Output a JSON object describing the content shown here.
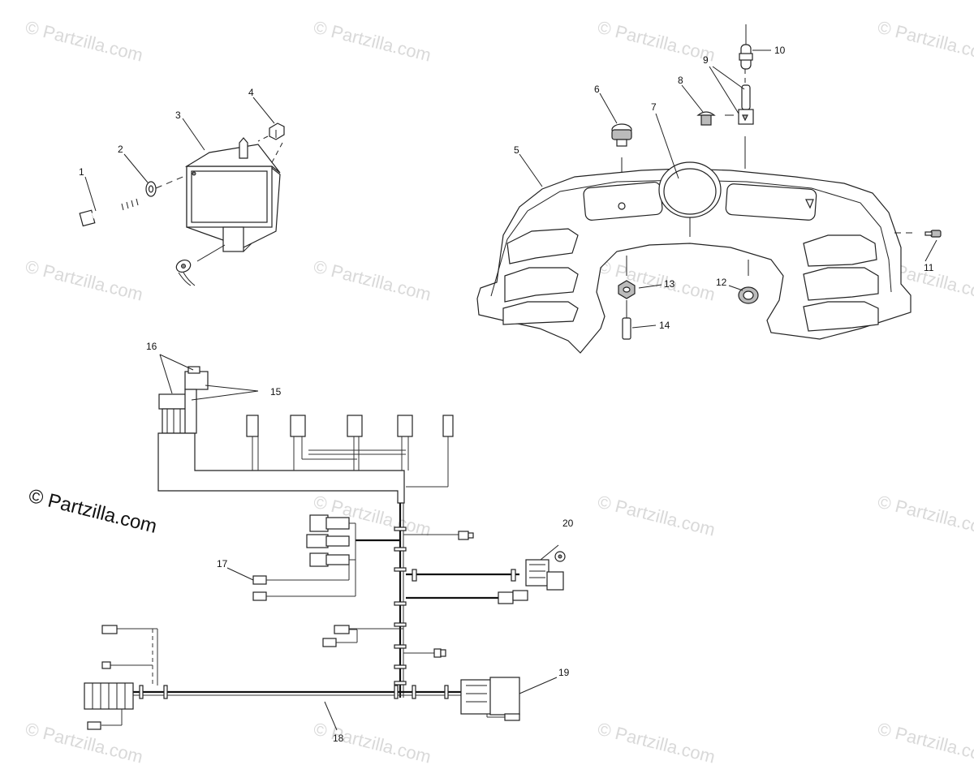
{
  "watermark": {
    "faint_text": "© Partzilla.com",
    "main_text": "© Partzilla.com"
  },
  "callouts": [
    "1",
    "2",
    "3",
    "4",
    "5",
    "6",
    "7",
    "8",
    "9",
    "10",
    "11",
    "12",
    "13",
    "14",
    "15",
    "16",
    "17",
    "18",
    "19",
    "20"
  ]
}
